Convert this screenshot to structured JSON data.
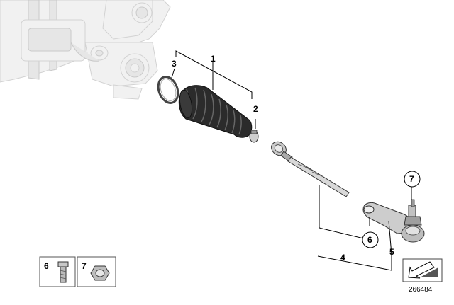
{
  "callouts": {
    "c1": "1",
    "c2": "2",
    "c3": "3",
    "c4": "4",
    "c5": "5",
    "c6": "6",
    "c7": "7"
  },
  "legend": {
    "item6": "6",
    "item7": "7"
  },
  "diagram_number": "266484",
  "colors": {
    "ghost_fill": "#f1f1f1",
    "ghost_stroke": "#d2d2d2",
    "boot": "#2a2a2a",
    "metal": "#bdbdbd",
    "line": "#000000"
  }
}
